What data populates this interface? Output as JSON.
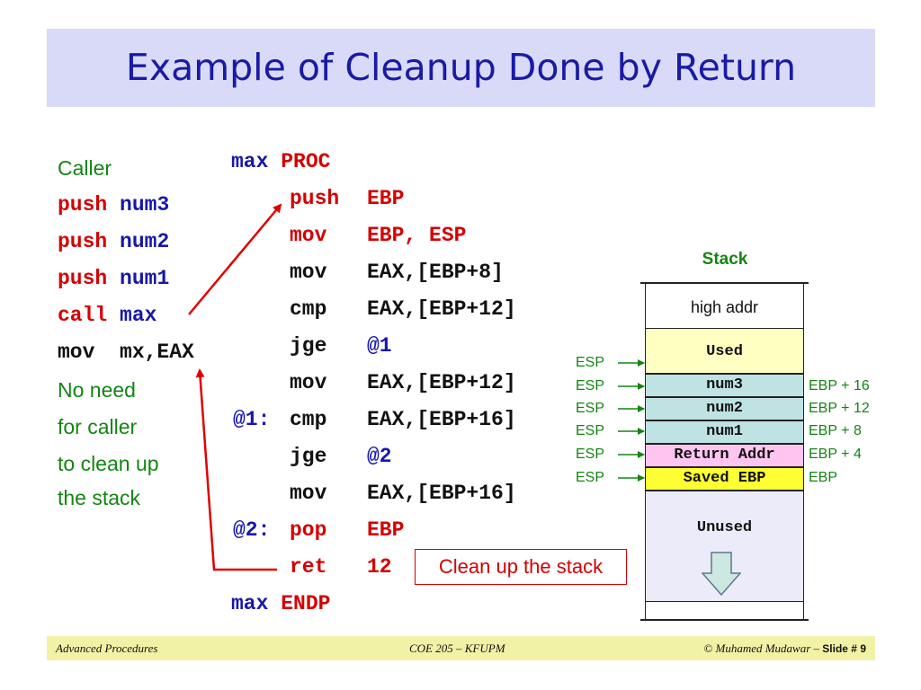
{
  "title": "Example of Cleanup Done by Return",
  "caller": {
    "label": "Caller",
    "lines": [
      {
        "op": "push",
        "arg": "num3"
      },
      {
        "op": "push",
        "arg": "num2"
      },
      {
        "op": "push",
        "arg": "num1"
      },
      {
        "op": "call",
        "arg": "max"
      }
    ],
    "mov_line": "mov  mx,EAX",
    "note": [
      "No need",
      "for caller",
      "to clean up",
      "the stack"
    ]
  },
  "proc": {
    "header_name": "max",
    "header_kw": "PROC",
    "lines": [
      {
        "label": "",
        "op": "push",
        "args": "EBP"
      },
      {
        "label": "",
        "op": "mov",
        "args": "EBP, ESP"
      },
      {
        "label": "",
        "op": "mov",
        "args": "EAX,[EBP+8]"
      },
      {
        "label": "",
        "op": "cmp",
        "args": "EAX,[EBP+12]"
      },
      {
        "label": "",
        "op": "jge",
        "args": "@1"
      },
      {
        "label": "",
        "op": "mov",
        "args": "EAX,[EBP+12]"
      },
      {
        "label": "@1:",
        "op": "cmp",
        "args": "EAX,[EBP+16]"
      },
      {
        "label": "",
        "op": "jge",
        "args": "@2"
      },
      {
        "label": "",
        "op": "mov",
        "args": "EAX,[EBP+16]"
      },
      {
        "label": "@2:",
        "op": "pop",
        "args": "EBP"
      },
      {
        "label": "",
        "op": "ret",
        "args": "12"
      }
    ],
    "footer_name": "max",
    "footer_kw": "ENDP"
  },
  "callout": "Clean up the stack",
  "stack": {
    "title": "Stack",
    "high_addr": "high addr",
    "used": "Used",
    "cells": [
      {
        "text": "num3",
        "ebp": "EBP + 16"
      },
      {
        "text": "num2",
        "ebp": "EBP + 12"
      },
      {
        "text": "num1",
        "ebp": "EBP + 8"
      },
      {
        "text": "Return Addr",
        "ebp": "EBP + 4"
      },
      {
        "text": "Saved EBP",
        "ebp": "EBP"
      }
    ],
    "unused": "Unused",
    "esp_label": "ESP",
    "esp_count": 6
  },
  "footer": {
    "left": "Advanced Procedures",
    "center": "COE 205 – KFUPM",
    "right": "© Muhamed Mudawar – ",
    "slide": "Slide # 9"
  },
  "colors": {
    "title_bg": "#d9daf7",
    "title_text": "#1a1aa6",
    "keyword_red": "#d40000",
    "operand_blue": "#1818a8",
    "note_green": "#138513",
    "cell_teal": "#bfe3e3",
    "cell_yellow": "#ffffc2",
    "cell_pink": "#ffc4f0",
    "cell_gold": "#ffff33",
    "unused_bg": "#ebebfa",
    "footer_bg": "#f2f2a6"
  }
}
